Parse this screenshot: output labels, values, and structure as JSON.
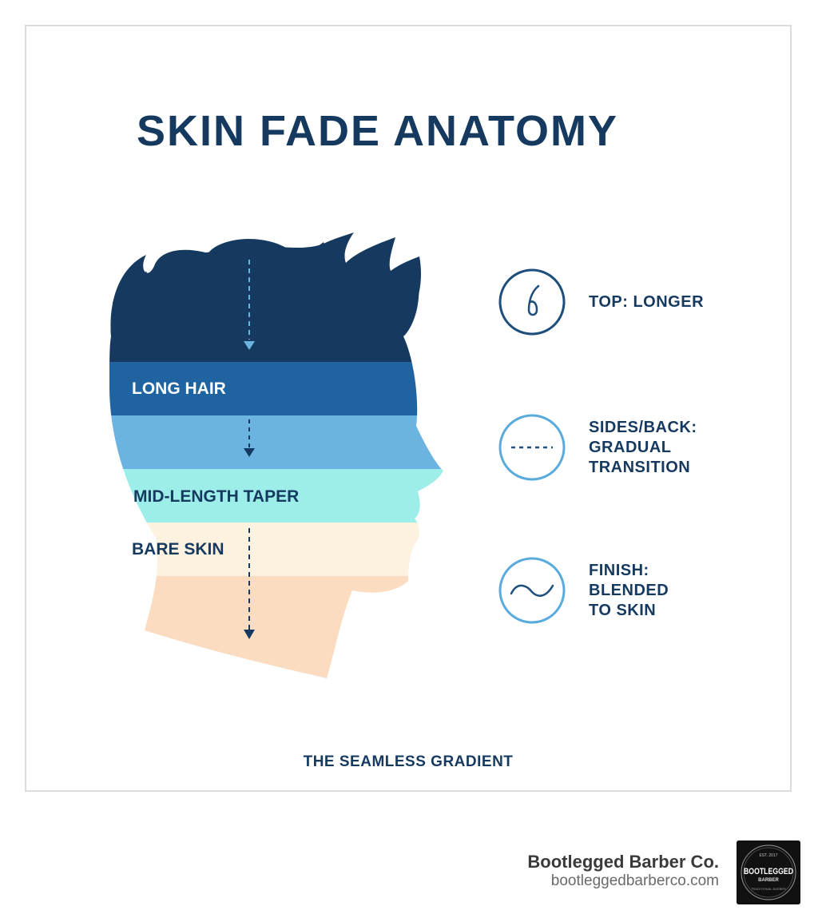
{
  "title": "SKIN FADE ANATOMY",
  "zones": {
    "long_hair": "LONG HAIR",
    "mid_length_taper": "MID-LENGTH TAPER",
    "bare_skin": "BARE SKIN"
  },
  "legend": [
    {
      "icon": "hair-strand-icon",
      "lines": [
        "TOP: LONGER"
      ]
    },
    {
      "icon": "dashed-line-icon",
      "lines": [
        "SIDES/BACK:",
        "GRADUAL",
        "TRANSITION"
      ]
    },
    {
      "icon": "wave-icon",
      "lines": [
        "FINISH:",
        "BLENDED",
        "TO SKIN"
      ]
    }
  ],
  "caption": "THE SEAMLESS GRADIENT",
  "brand": {
    "name": "Bootlegged Barber Co.",
    "url": "bootleggedbarberco.com",
    "logo": {
      "top": "EST. 2017",
      "main": "BOOTLEGGED",
      "sub": "BARBER",
      "ring": "TRADITIONAL BARBER"
    }
  },
  "colors": {
    "navy": "#163a5f",
    "band_blue": "#1f63a0",
    "band_sky": "#6bb3e0",
    "band_aqua": "#9deee9",
    "band_cream": "#fdf1df",
    "band_peach": "#fbdcc0",
    "legend_ring_dark": "#1d4e7c",
    "legend_ring_light": "#5aabdd"
  }
}
